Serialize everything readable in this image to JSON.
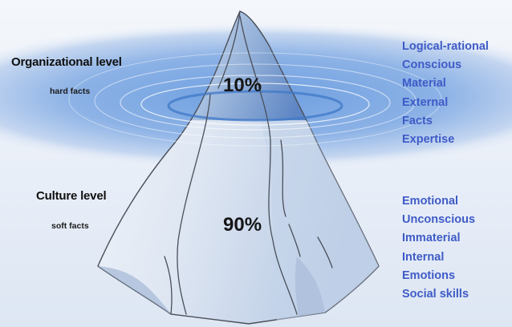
{
  "above": {
    "level": "Organizational level",
    "sub": "hard facts",
    "percent": "10%",
    "traits": [
      "Logical-rational",
      "Conscious",
      "Material",
      "External",
      "Facts",
      "Expertise"
    ]
  },
  "below": {
    "level": "Culture level",
    "sub": "soft facts",
    "percent": "90%",
    "traits": [
      "Emotional",
      "Unconscious",
      "Immaterial",
      "Internal",
      "Emotions",
      "Social skills"
    ]
  },
  "colors": {
    "water": "#5f93d8",
    "ice": "#d8e3f2",
    "trait_text": "#3f5bc7",
    "outline": "#4a4f5a"
  }
}
